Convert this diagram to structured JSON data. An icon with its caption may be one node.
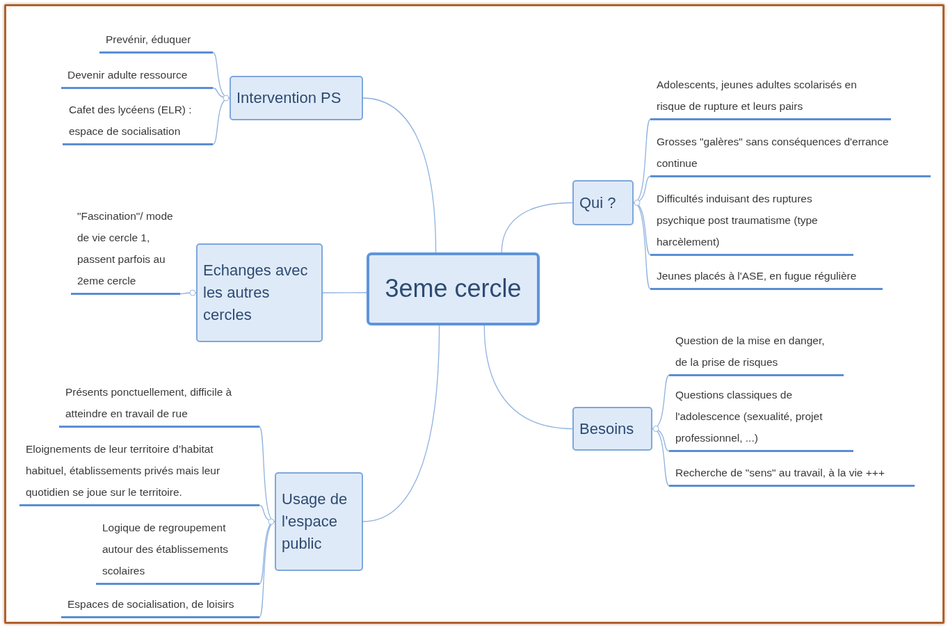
{
  "diagram": {
    "nodes": [
      {
        "text": [
          "3eme cercle"
        ]
      },
      {
        "text": [
          "Intervention PS"
        ]
      },
      {
        "text": [
          "Prevénir, éduquer"
        ]
      },
      {
        "text": [
          "Devenir adulte ressource"
        ]
      },
      {
        "text": [
          "Cafet des lycéens (ELR) : espace de socialisation"
        ]
      },
      {
        "text": [
          "Echanges avec les autres cercles"
        ]
      },
      {
        "text": [
          "\"Fascination\"/ mode de vie cercle 1, passent parfois au 2eme cercle"
        ]
      },
      {
        "text": [
          "Usage de l'espace public"
        ]
      },
      {
        "text": [
          "Présents ponctuellement, difficile à atteindre en travail de rue"
        ]
      },
      {
        "text": [
          "Eloignements de leur territoire d’habitat habituel, établissements privés mais leur quotidien se joue sur le territoire."
        ]
      },
      {
        "text": [
          "Logique de regroupement autour des établissements scolaires"
        ]
      },
      {
        "text": [
          "Espaces de socialisation, de loisirs"
        ]
      },
      {
        "text": [
          "Qui ?"
        ]
      },
      {
        "text": [
          "Adolescents, jeunes adultes scolarisés en risque de rupture et leurs pairs"
        ]
      },
      {
        "text": [
          "Grosses \"galères\"  sans conséquences d'errance continue"
        ]
      },
      {
        "text": [
          "Difficultés induisant des ruptures psychique post traumatisme (type harcèlement)"
        ]
      },
      {
        "text": [
          "Jeunes placés à l'ASE, en fugue régulière"
        ]
      },
      {
        "text": [
          "Besoins"
        ]
      },
      {
        "text": [
          "Question de la mise en danger, de la prise de risques"
        ]
      },
      {
        "text": [
          "Questions classiques de l'adolescence (sexualité, projet professionnel, ...)"
        ]
      },
      {
        "text": [
          "Recherche de \"sens\" au travail, à la vie +++"
        ]
      }
    ],
    "edges": [
      {
        "from": 0,
        "to": 1,
        "arrow": "none"
      },
      {
        "from": 1,
        "to": 2,
        "arrow": "none"
      },
      {
        "from": 1,
        "to": 3,
        "arrow": "none"
      },
      {
        "from": 1,
        "to": 4,
        "arrow": "none"
      },
      {
        "from": 0,
        "to": 5,
        "arrow": "none"
      },
      {
        "from": 5,
        "to": 6,
        "arrow": "none"
      },
      {
        "from": 0,
        "to": 7,
        "arrow": "none"
      },
      {
        "from": 7,
        "to": 8,
        "arrow": "none"
      },
      {
        "from": 7,
        "to": 9,
        "arrow": "none"
      },
      {
        "from": 7,
        "to": 10,
        "arrow": "none"
      },
      {
        "from": 7,
        "to": 11,
        "arrow": "none"
      },
      {
        "from": 0,
        "to": 12,
        "arrow": "none"
      },
      {
        "from": 12,
        "to": 13,
        "arrow": "none"
      },
      {
        "from": 12,
        "to": 14,
        "arrow": "none"
      },
      {
        "from": 12,
        "to": 15,
        "arrow": "none"
      },
      {
        "from": 12,
        "to": 16,
        "arrow": "none"
      },
      {
        "from": 0,
        "to": 17,
        "arrow": "none"
      },
      {
        "from": 17,
        "to": 18,
        "arrow": "none"
      },
      {
        "from": 17,
        "to": 19,
        "arrow": "none"
      },
      {
        "from": 17,
        "to": 20,
        "arrow": "none"
      }
    ]
  }
}
